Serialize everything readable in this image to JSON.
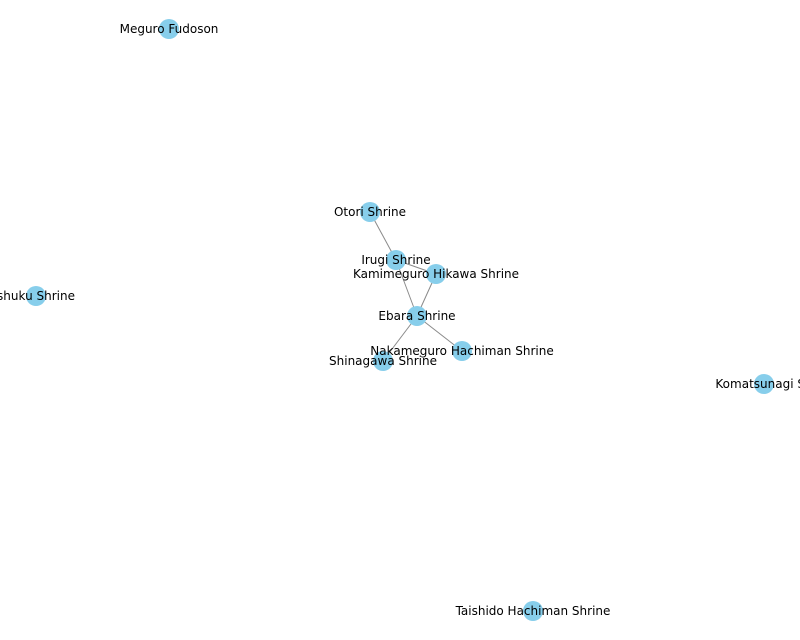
{
  "graph": {
    "node_color": "#87ceeb",
    "edge_color": "#8a8a8a",
    "nodes": [
      {
        "id": "meguro-fudoson",
        "label": "Meguro Fudoson"
      },
      {
        "id": "otori-shrine",
        "label": "Otori Shrine"
      },
      {
        "id": "irugi-shrine",
        "label": "Irugi Shrine"
      },
      {
        "id": "kamimeguro-hikawa-shrine",
        "label": "Kamimeguro Hikawa Shrine"
      },
      {
        "id": "ebara-shrine",
        "label": "Ebara Shrine"
      },
      {
        "id": "nakameguro-hachiman-shrine",
        "label": "Nakameguro Hachiman Shrine"
      },
      {
        "id": "shinagawa-shrine",
        "label": "Shinagawa Shrine"
      },
      {
        "id": "shuku-shrine",
        "label": "shuku Shrine"
      },
      {
        "id": "komatsunagi-shrine",
        "label": "Komatsunagi Sh"
      },
      {
        "id": "taishido-hachiman-shrine",
        "label": "Taishido Hachiman Shrine"
      }
    ],
    "edges": [
      {
        "source": "otori-shrine",
        "target": "irugi-shrine"
      },
      {
        "source": "irugi-shrine",
        "target": "ebara-shrine"
      },
      {
        "source": "irugi-shrine",
        "target": "kamimeguro-hikawa-shrine"
      },
      {
        "source": "kamimeguro-hikawa-shrine",
        "target": "ebara-shrine"
      },
      {
        "source": "ebara-shrine",
        "target": "nakameguro-hachiman-shrine"
      },
      {
        "source": "ebara-shrine",
        "target": "shinagawa-shrine"
      }
    ]
  }
}
